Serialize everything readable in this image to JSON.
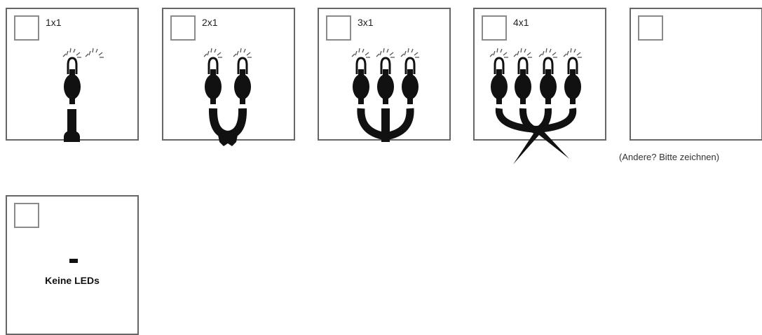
{
  "options": [
    {
      "label": "1x1",
      "icon": "led-string-1x1"
    },
    {
      "label": "2x1",
      "icon": "led-string-2x1"
    },
    {
      "label": "3x1",
      "icon": "led-string-3x1"
    },
    {
      "label": "4x1",
      "icon": "led-string-4x1"
    },
    {
      "label": "",
      "icon": "blank-drawing-area"
    },
    {
      "label": "Keine LEDs",
      "icon": "no-led-marker"
    }
  ],
  "other_caption": "(Andere? Bitte zeichnen)",
  "colors": {
    "border": "#666666",
    "checkbox": "#8a8a8a",
    "led": "#111111",
    "sparkle": "#555555"
  }
}
